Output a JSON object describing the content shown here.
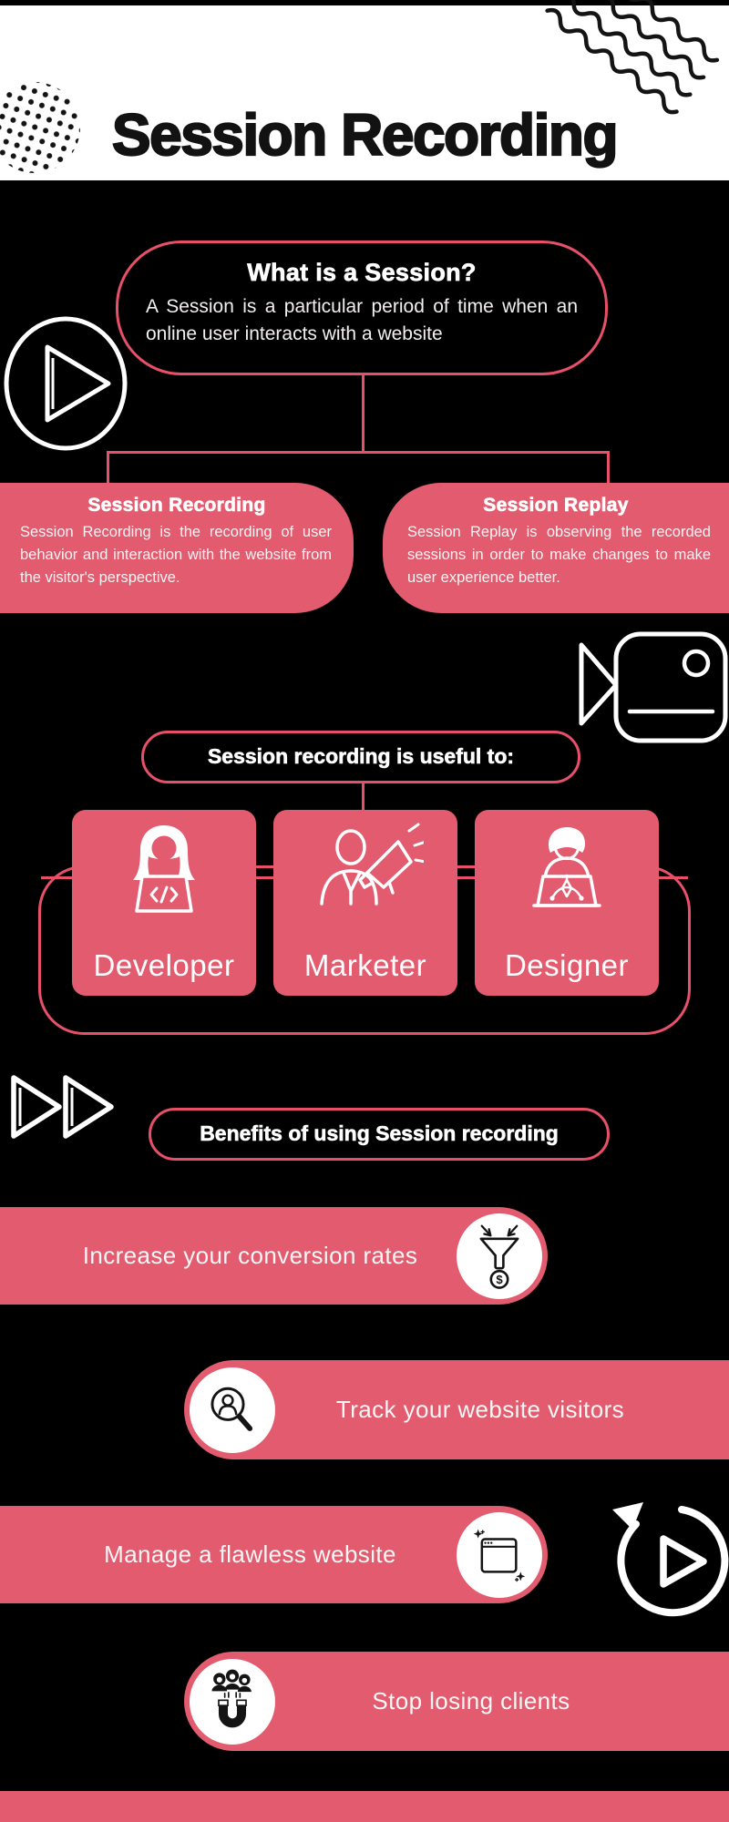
{
  "colors": {
    "pink": "#e25b6e",
    "pink_outline": "#e8506a",
    "ink": "#141414",
    "background": "#000000",
    "header_bg": "#ffffff"
  },
  "glyphs": {
    "dollar": "$"
  },
  "header": {
    "title": "Session Recording"
  },
  "intro": {
    "heading": "What is a Session?",
    "body": "A Session is a particular period of time when an online user interacts with a website"
  },
  "definitions": [
    {
      "heading": "Session Recording",
      "body": "Session Recording is the recording of user behavior and interaction with the website from the visitor's perspective."
    },
    {
      "heading": "Session Replay",
      "body": "Session Replay is observing the recorded sessions in order to make changes to make user experience better."
    }
  ],
  "useful_to": {
    "heading": "Session recording is useful to:",
    "roles": [
      {
        "label": "Developer"
      },
      {
        "label": "Marketer"
      },
      {
        "label": "Designer"
      }
    ]
  },
  "benefits": {
    "heading": "Benefits of using Session recording",
    "items": [
      {
        "label": "Increase your conversion rates",
        "icon": "conversion-funnel-icon"
      },
      {
        "label": "Track your website visitors",
        "icon": "visitor-search-icon"
      },
      {
        "label": "Manage a flawless website",
        "icon": "browser-window-icon"
      },
      {
        "label": "Stop losing clients",
        "icon": "client-magnet-icon"
      }
    ]
  }
}
